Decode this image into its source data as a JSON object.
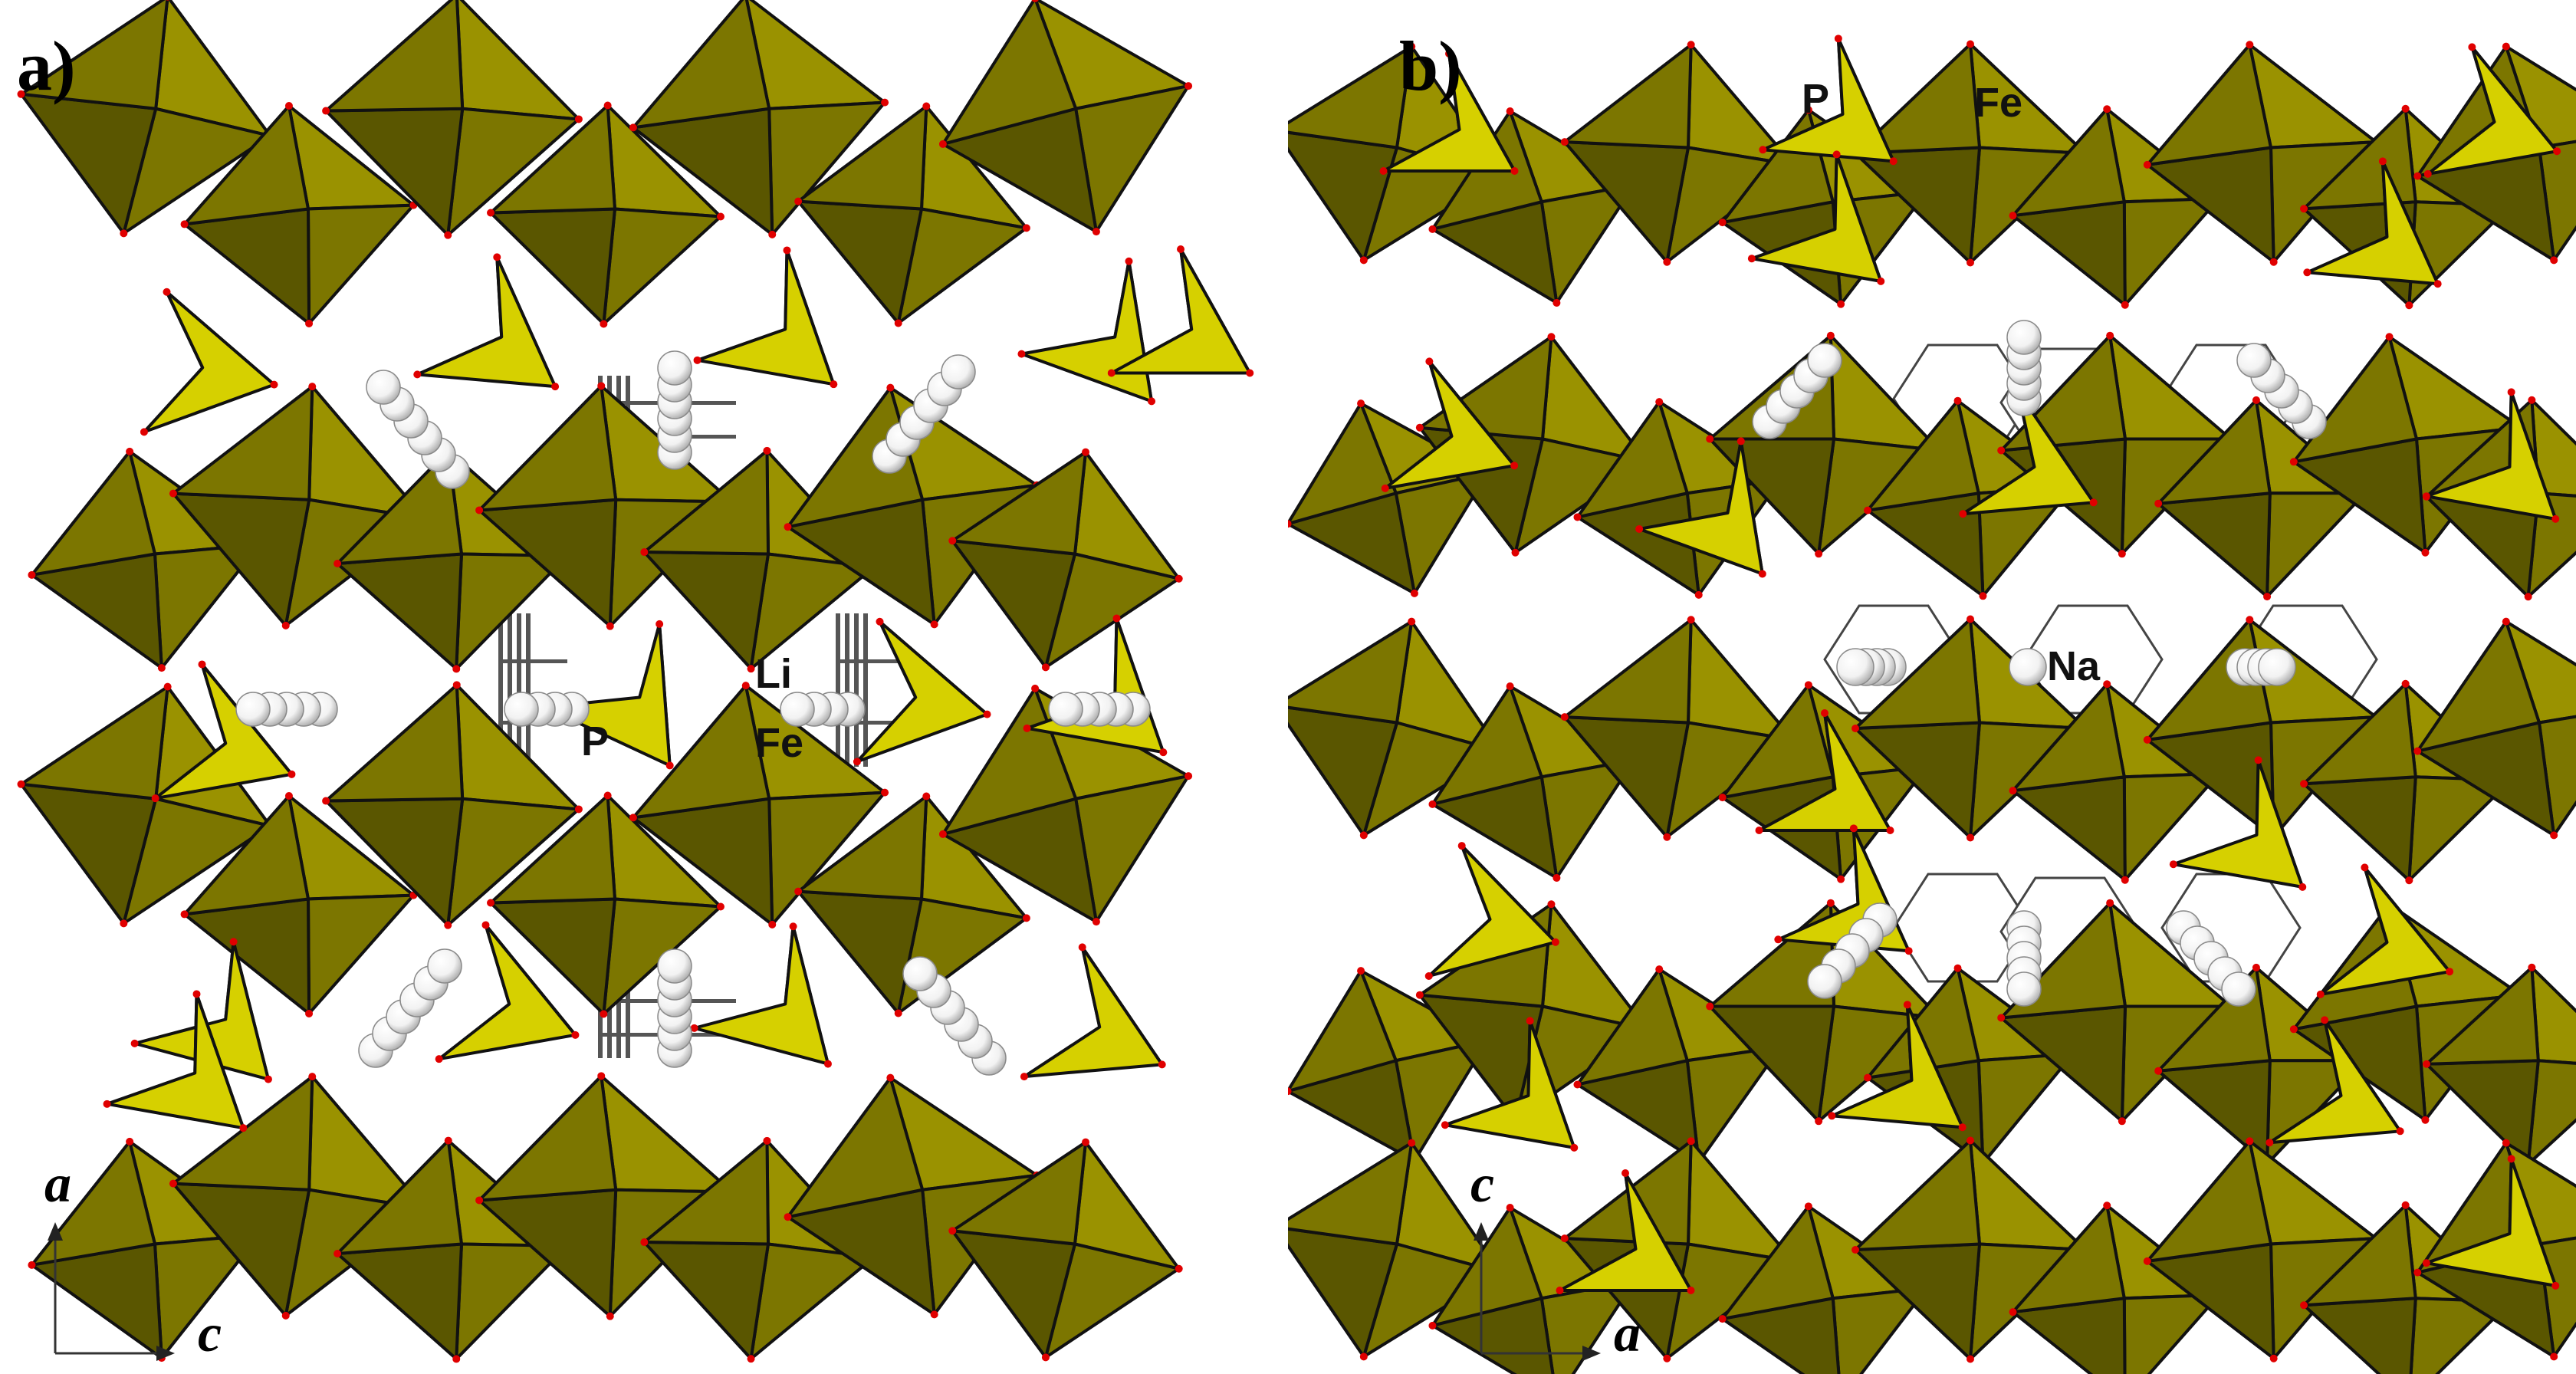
{
  "panels": [
    {
      "label": "a)",
      "atom_labels": [
        "Li",
        "Fe",
        "P"
      ],
      "axes": {
        "vertical": "a",
        "horizontal": "c"
      }
    },
    {
      "label": "b)",
      "atom_labels": [
        "P",
        "Fe",
        "Na"
      ],
      "axes": {
        "vertical": "c",
        "horizontal": "a"
      }
    }
  ],
  "colors": {
    "octahedron_light": "#9a9200",
    "octahedron_mid": "#7c7600",
    "octahedron_dark": "#5a5600",
    "tetrahedron_light": "#f6f000",
    "tetrahedron_mid": "#d6d000",
    "oxygen": "#e00000",
    "cation": "#f2f2f2",
    "edge": "#111111"
  }
}
